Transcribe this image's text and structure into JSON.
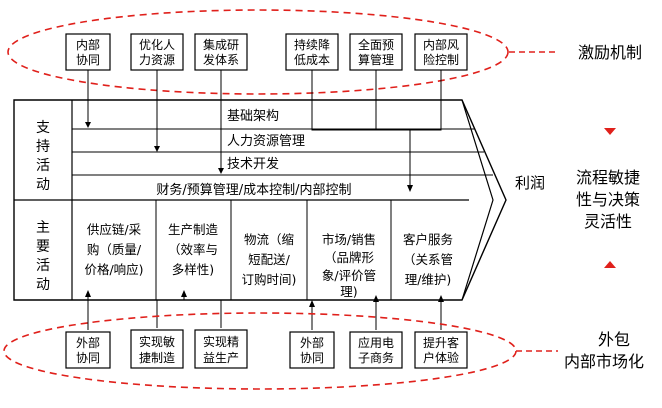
{
  "top_boxes": [
    {
      "line1": "内部",
      "line2": "协同"
    },
    {
      "line1": "优化人",
      "line2": "力资源"
    },
    {
      "line1": "集成研",
      "line2": "发体系"
    },
    {
      "line1": "持续降",
      "line2": "低成本"
    },
    {
      "line1": "全面预",
      "line2": "算管理"
    },
    {
      "line1": "内部风",
      "line2": "险控制"
    }
  ],
  "bottom_boxes": [
    {
      "line1": "外部",
      "line2": "协同"
    },
    {
      "line1": "实现敏",
      "line2": "捷制造"
    },
    {
      "line1": "实现精",
      "line2": "益生产"
    },
    {
      "line1": "外部",
      "line2": "协同"
    },
    {
      "line1": "应用电",
      "line2": "子商务"
    },
    {
      "line1": "提升客",
      "line2": "户体验"
    }
  ],
  "support": {
    "label": [
      "支",
      "持",
      "活",
      "动"
    ],
    "rows": [
      "基础架构",
      "人力资源管理",
      "技术开发",
      "财务/预算管理/成本控制/内部控制"
    ]
  },
  "primary": {
    "label": [
      "主",
      "要",
      "活",
      "动"
    ],
    "activities": [
      {
        "lines": [
          "供应链/采",
          "购（质量/",
          "价格/响应)"
        ]
      },
      {
        "lines": [
          "生产制造",
          "（效率与",
          "多样性)"
        ]
      },
      {
        "lines": [
          "物流（缩",
          "短配送/",
          "订购时间)"
        ]
      },
      {
        "lines": [
          "市场/销售",
          "（品牌形",
          "象/评价管",
          "理)"
        ]
      },
      {
        "lines": [
          "客户服务",
          "（关系管",
          "理/维护)"
        ]
      }
    ]
  },
  "profit_label": "利润",
  "right_labels": {
    "incentive": "激励机制",
    "agility": [
      "流程敏捷",
      "性与决策",
      "灵活性"
    ],
    "outsourcing": [
      "外包",
      "内部市场化"
    ]
  },
  "colors": {
    "accent_red": "#e0201b",
    "line": "#000000"
  }
}
